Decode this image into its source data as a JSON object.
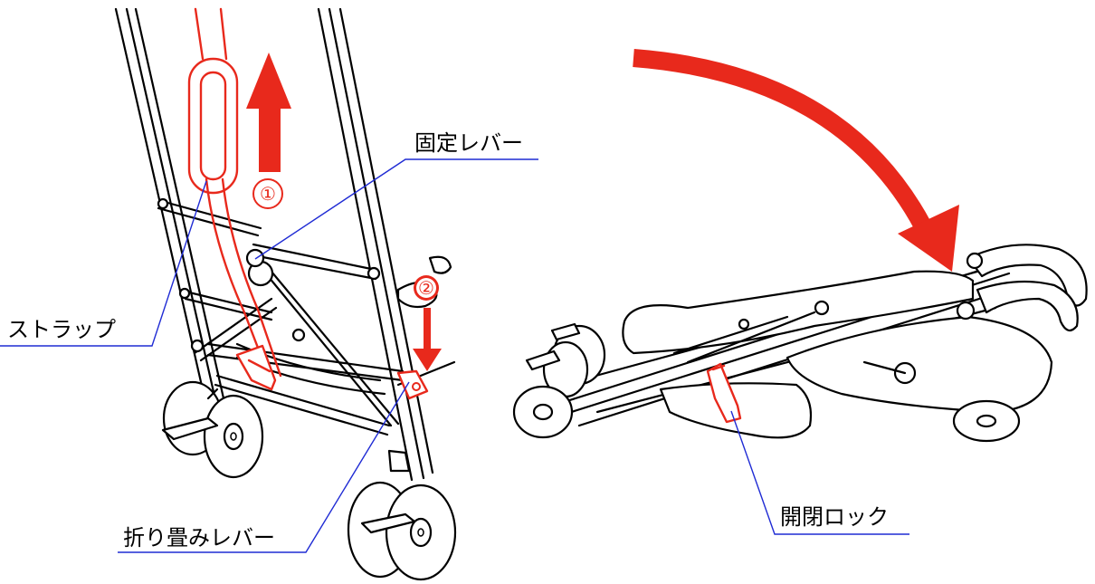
{
  "labels": {
    "strap": "ストラップ",
    "fixing_lever": "固定レバー",
    "folding_lever": "折り畳みレバー",
    "open_close_lock": "開閉ロック"
  },
  "steps": {
    "step1": "①",
    "step2": "②"
  },
  "colors": {
    "highlight": "#e8291c",
    "leader_line": "#1f2bd4",
    "line_art": "#000000"
  }
}
